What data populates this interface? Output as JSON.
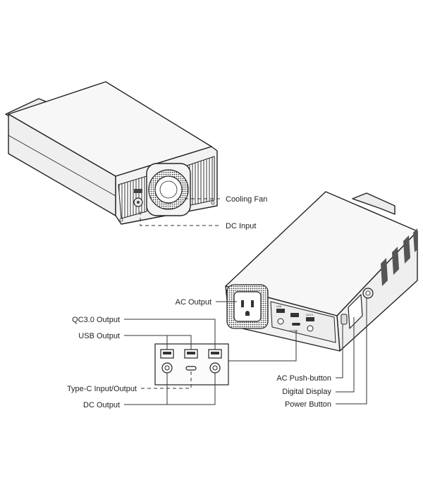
{
  "labels": {
    "cooling_fan": "Cooling Fan",
    "dc_input": "DC Input",
    "ac_output": "AC Output",
    "qc30_output": "QC3.0 Output",
    "usb_output": "USB Output",
    "typec_input_output": "Type-C Input/Output",
    "dc_output": "DC Output",
    "ac_push_button": "AC Push-button",
    "digital_display": "Digital Display",
    "power_button": "Power Button"
  },
  "port_text": {
    "typec": "TYPE-C",
    "usb": "USB",
    "qc": "QC3.0"
  },
  "colors": {
    "line": "#222222",
    "fill": "#f4f4f4",
    "shade": "#d8d8d8",
    "dark": "#555555"
  }
}
